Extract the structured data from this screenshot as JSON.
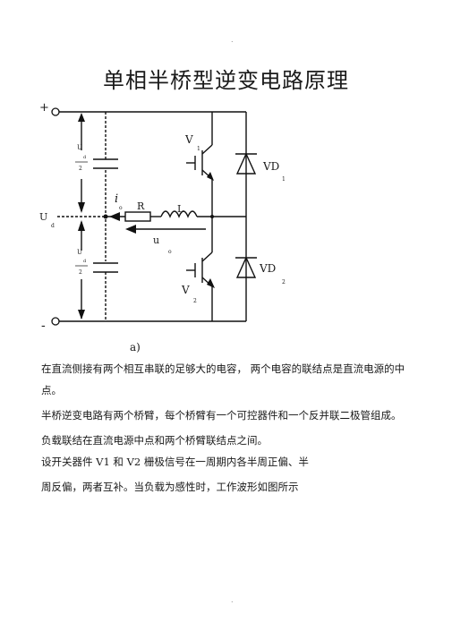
{
  "header": {
    "dot": "."
  },
  "title": "单相半桥型逆变电路原理",
  "circuit": {
    "plus": "+",
    "minus": "-",
    "ud": "U",
    "ud_sub": "d",
    "half_u": "U",
    "half_sub": "d",
    "half_den": "2",
    "v1": "V",
    "v1_sub": "1",
    "v2": "V",
    "v2_sub": "2",
    "vd1": "VD",
    "vd1_sub": "1",
    "vd2": "VD",
    "vd2_sub": "2",
    "io": "i",
    "io_sub": "o",
    "r": "R",
    "l": "L",
    "uo": "u",
    "uo_sub": "o",
    "caption": "a)"
  },
  "paragraphs": [
    "在直流侧接有两个相互串联的足够大的电容，        两个电容的联结点是直流电源的中",
    "点。",
    "半桥逆变电路有两个桥臂，每个桥臂有一个可控器件和一个反并联二极管组成。",
    "负载联结在直流电源中点和两个桥臂联结点之间。",
    "设开关器件  V1 和 V2 栅极信号在一周期内各半周正偏、半",
    "周反偏，两者互补。当负载为感性时，工作波形如图所示"
  ],
  "footer": {
    "dot": "."
  }
}
